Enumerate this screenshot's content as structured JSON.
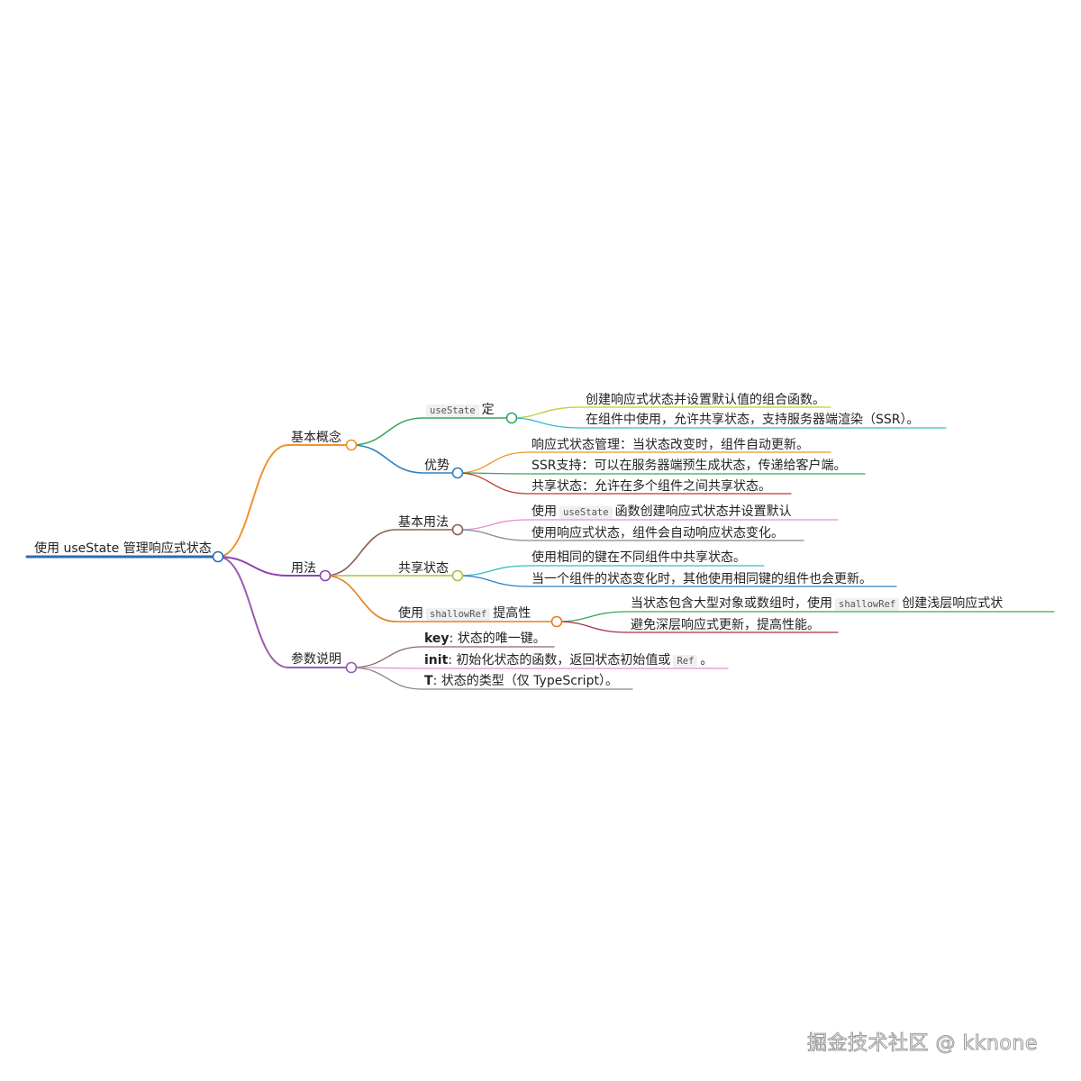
{
  "mindmap": {
    "root": {
      "text": "使用 useState 管理响应式状态",
      "branches": [
        {
          "text": "基本概念",
          "children": [
            {
              "code": "useState",
              "text_after": "定",
              "items": [
                "创建响应式状态并设置默认值的组合函数。",
                "在组件中使用，允许共享状态，支持服务器端渲染（SSR）。"
              ]
            },
            {
              "text": "优势",
              "items": [
                "响应式状态管理：当状态改变时，组件自动更新。",
                "SSR支持：可以在服务器端预生成状态，传递给客户端。",
                "共享状态：允许在多个组件之间共享状态。"
              ]
            }
          ]
        },
        {
          "text": "用法",
          "children": [
            {
              "text": "基本用法",
              "items": [
                {
                  "before": "使用",
                  "code": "useState",
                  "after": "函数创建响应式状态并设置默认"
                },
                "使用响应式状态，组件会自动响应状态变化。"
              ]
            },
            {
              "text": "共享状态",
              "items": [
                "使用相同的键在不同组件中共享状态。",
                "当一个组件的状态变化时，其他使用相同键的组件也会更新。"
              ]
            },
            {
              "before": "使用",
              "code": "shallowRef",
              "after": "提高性",
              "items": [
                {
                  "before": "当状态包含大型对象或数组时，使用",
                  "code": "shallowRef",
                  "after": "创建浅层响应式状"
                },
                "避免深层响应式更新，提高性能。"
              ]
            }
          ]
        },
        {
          "text": "参数说明",
          "items": [
            {
              "key": "key",
              "desc": ": 状态的唯一键。"
            },
            {
              "key": "init",
              "desc": ": 初始化状态的函数，返回状态初始值或",
              "code": "Ref",
              "after": "。"
            },
            {
              "key": "T",
              "desc": ": 状态的类型（仅 TypeScript）。"
            }
          ]
        }
      ]
    }
  },
  "colors": {
    "root": "#2b6cb0",
    "concept": "#f0932b",
    "usage": "#8e44ad",
    "params": "#9b59b6",
    "define": "#3aa757",
    "advantage": "#2f80c2",
    "basic_usage": "#8b5e4f",
    "shared": "#a7c23a",
    "shallow": "#e67e22",
    "param_lines": "#8a6a62",
    "item_yellow": "#c9c92a",
    "item_cyan": "#3bb8d0",
    "item_orange": "#f0932b",
    "item_green": "#3aa757",
    "item_red": "#c0392b",
    "item_pink": "#e58fd0",
    "item_gray": "#888888",
    "item_blue": "#2f80c2",
    "item_darkred": "#a93245",
    "item_brown": "#8a6a62"
  },
  "watermark": "掘金技术社区 @ kknone"
}
